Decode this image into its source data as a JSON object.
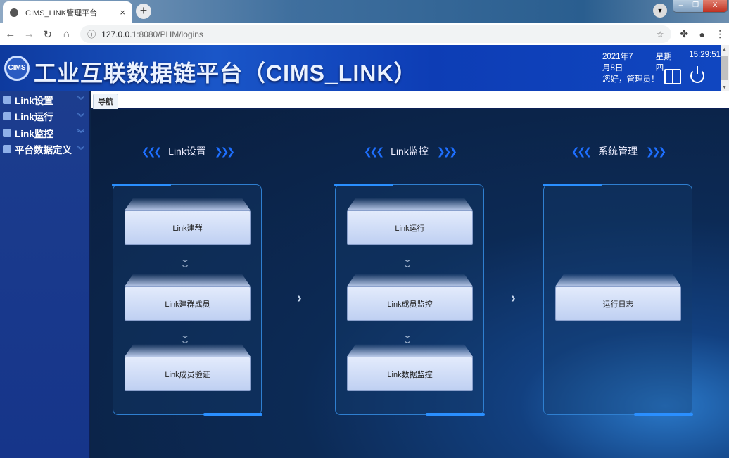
{
  "browser": {
    "tab_title": "CIMS_LINK管理平台",
    "url_host": "127.0.0.1",
    "url_path": ":8080/PHM/logins",
    "new_tab": "+",
    "close": "×"
  },
  "header": {
    "logo_text": "CIMS",
    "title": "工业互联数据链平台（CIMS_LINK）",
    "date": "2021年7月8日",
    "weekday": "星期四",
    "time": "15:29:51",
    "greeting": "您好，管理员！"
  },
  "sidebar": {
    "items": [
      {
        "label": "Link设置"
      },
      {
        "label": "Link运行"
      },
      {
        "label": "Link监控"
      },
      {
        "label": "平台数据定义"
      }
    ]
  },
  "tabs": {
    "nav": "导航"
  },
  "columns": [
    {
      "title": "Link设置",
      "cards": [
        "Link建群",
        "Link建群成员",
        "Link成员验证"
      ]
    },
    {
      "title": "Link监控",
      "cards": [
        "Link运行",
        "Link成员监控",
        "Link数据监控"
      ]
    },
    {
      "title": "系统管理",
      "cards": [
        "运行日志"
      ]
    }
  ]
}
